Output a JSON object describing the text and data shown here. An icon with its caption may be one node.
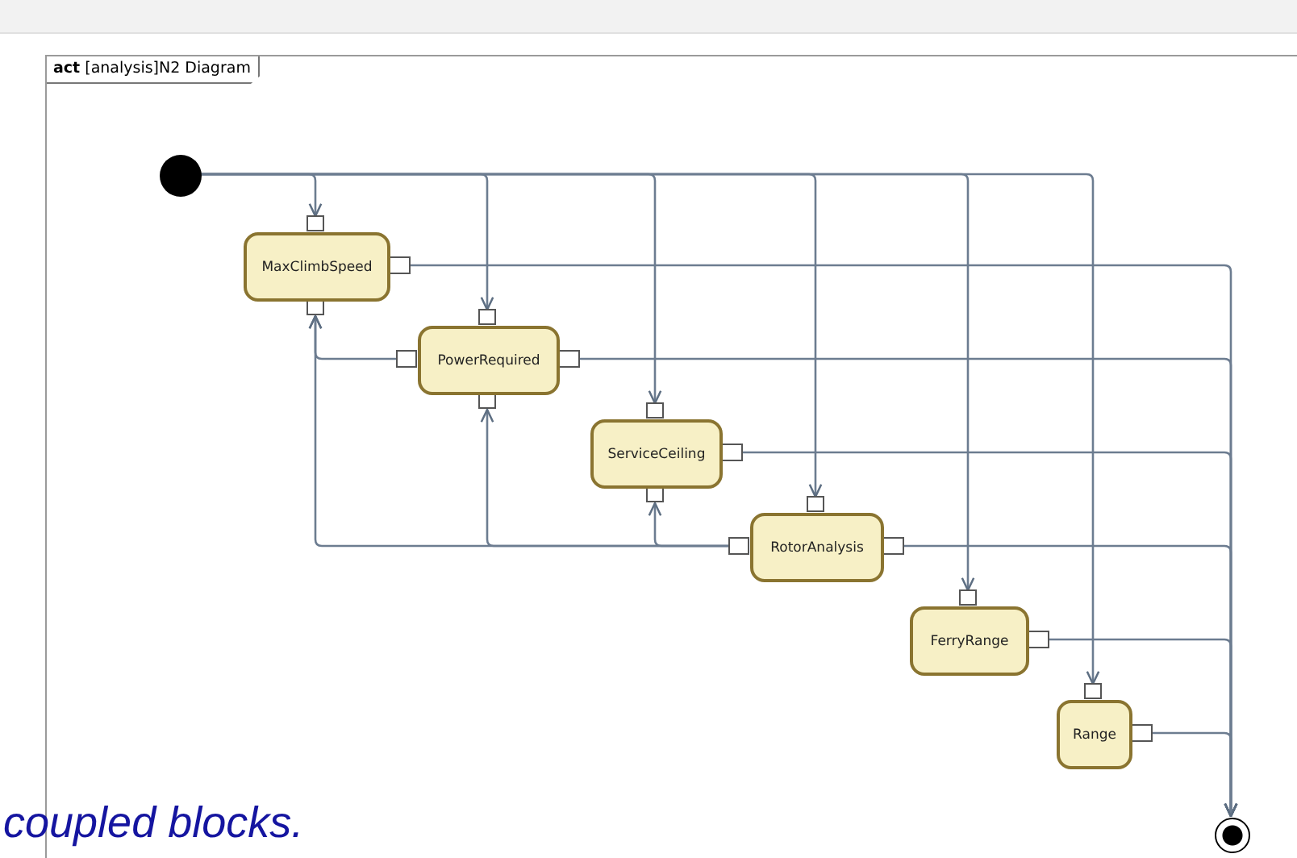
{
  "diagram": {
    "caption": "coupled blocks.",
    "nodes": [
      {
        "text": [
          "**act** [analysis]N2 Diagram"
        ]
      },
      {
        "text": [],
        "shape": "circle",
        "in": 0
      },
      {
        "text": [
          "MaxClimbSpeed"
        ],
        "in": 0
      },
      {
        "text": [
          "PowerRequired"
        ],
        "in": 0
      },
      {
        "text": [
          "ServiceCeiling"
        ],
        "in": 0
      },
      {
        "text": [
          "RotorAnalysis"
        ],
        "in": 0
      },
      {
        "text": [
          "FerryRange"
        ],
        "in": 0
      },
      {
        "text": [
          "Range"
        ],
        "in": 0
      },
      {
        "text": [],
        "shape": "circle",
        "in": 0
      }
    ],
    "edges": [
      {
        "from": 1,
        "to": 2,
        "arrow": "to"
      },
      {
        "from": 1,
        "to": 3,
        "arrow": "to"
      },
      {
        "from": 1,
        "to": 4,
        "arrow": "to"
      },
      {
        "from": 1,
        "to": 5,
        "arrow": "to"
      },
      {
        "from": 1,
        "to": 6,
        "arrow": "to"
      },
      {
        "from": 1,
        "to": 7,
        "arrow": "to"
      },
      {
        "from": 2,
        "to": 8,
        "arrow": "to"
      },
      {
        "from": 3,
        "to": 8,
        "arrow": "to"
      },
      {
        "from": 4,
        "to": 8,
        "arrow": "to"
      },
      {
        "from": 5,
        "to": 8,
        "arrow": "to"
      },
      {
        "from": 6,
        "to": 8,
        "arrow": "to"
      },
      {
        "from": 7,
        "to": 8,
        "arrow": "to"
      },
      {
        "from": 3,
        "to": 2,
        "arrow": "to"
      },
      {
        "from": 5,
        "to": 2,
        "arrow": "to"
      },
      {
        "from": 5,
        "to": 3,
        "arrow": "to"
      },
      {
        "from": 5,
        "to": 4,
        "arrow": "to"
      }
    ]
  }
}
